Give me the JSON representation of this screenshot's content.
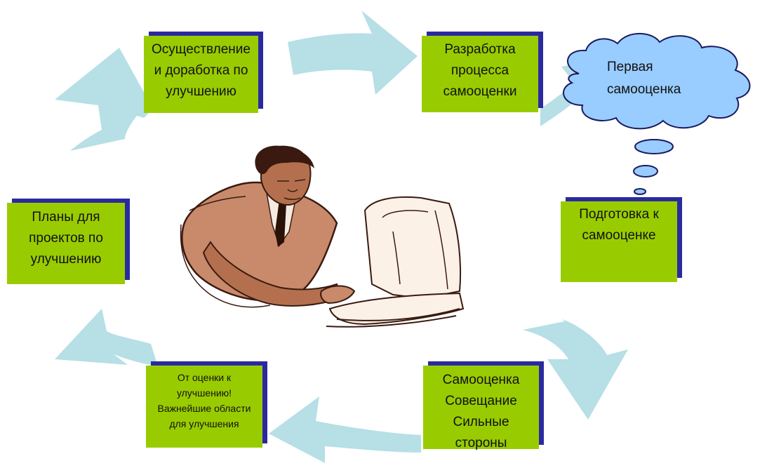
{
  "diagram": {
    "boxes": {
      "implementation": [
        "Осуществление",
        "и доработка по",
        "улучшению"
      ],
      "development": [
        "Разработка",
        "процесса",
        "самооценки"
      ],
      "preparation": [
        "Подготовка к",
        "самооценке"
      ],
      "self_assessment": [
        "Самооценка",
        "Совещание",
        "Сильные",
        "стороны"
      ],
      "assessment_to_improvement": [
        "От оценки к",
        "улучшению!",
        "Важнейшие области",
        "для улучшения"
      ],
      "plans": [
        "Планы для",
        "проектов по",
        "улучшению"
      ]
    },
    "cloud": [
      "Первая",
      "самооценка"
    ],
    "colors": {
      "box_fill": "#99cc00",
      "box_shadow": "#2a2aa0",
      "arrow_fill": "#b6dfe6",
      "cloud_fill": "#99ccff"
    },
    "center_picture": "man-at-computer-clipart"
  }
}
